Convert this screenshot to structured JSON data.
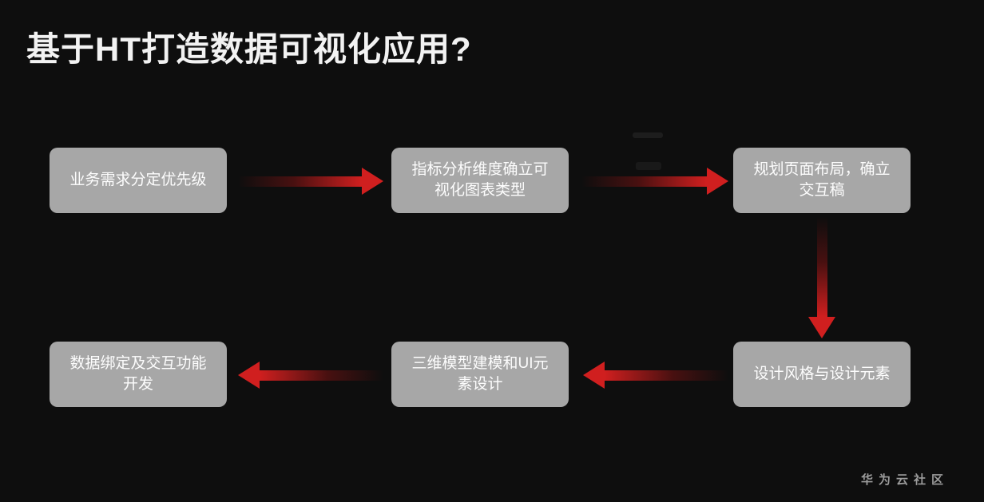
{
  "title": "基于HT打造数据可视化应用?",
  "watermark": "华为云社区",
  "colors": {
    "background": "#0e0e0e",
    "node_fill": "#a7a7a7",
    "node_text": "#fdfdfd",
    "arrow": "#d01f1f",
    "title_text": "#f2f2f2",
    "watermark_text": "#9c9c9c"
  },
  "chart_data": {
    "type": "flowchart",
    "title": "基于HT打造数据可视化应用?",
    "nodes": [
      {
        "id": "n1",
        "label": "业务需求分定优先级",
        "row": 1,
        "col": 1
      },
      {
        "id": "n2",
        "label": "指标分析维度确立可\n视化图表类型",
        "row": 1,
        "col": 2
      },
      {
        "id": "n3",
        "label": "规划页面布局，确立\n交互稿",
        "row": 1,
        "col": 3
      },
      {
        "id": "n4",
        "label": "数据绑定及交互功能\n开发",
        "row": 2,
        "col": 1
      },
      {
        "id": "n5",
        "label": "三维模型建模和UI元\n素设计",
        "row": 2,
        "col": 2
      },
      {
        "id": "n6",
        "label": "设计风格与设计元素",
        "row": 2,
        "col": 3
      }
    ],
    "edges": [
      {
        "from": "n1",
        "to": "n2",
        "direction": "right"
      },
      {
        "from": "n2",
        "to": "n3",
        "direction": "right"
      },
      {
        "from": "n3",
        "to": "n6",
        "direction": "down"
      },
      {
        "from": "n6",
        "to": "n5",
        "direction": "left"
      },
      {
        "from": "n5",
        "to": "n4",
        "direction": "left"
      }
    ]
  }
}
